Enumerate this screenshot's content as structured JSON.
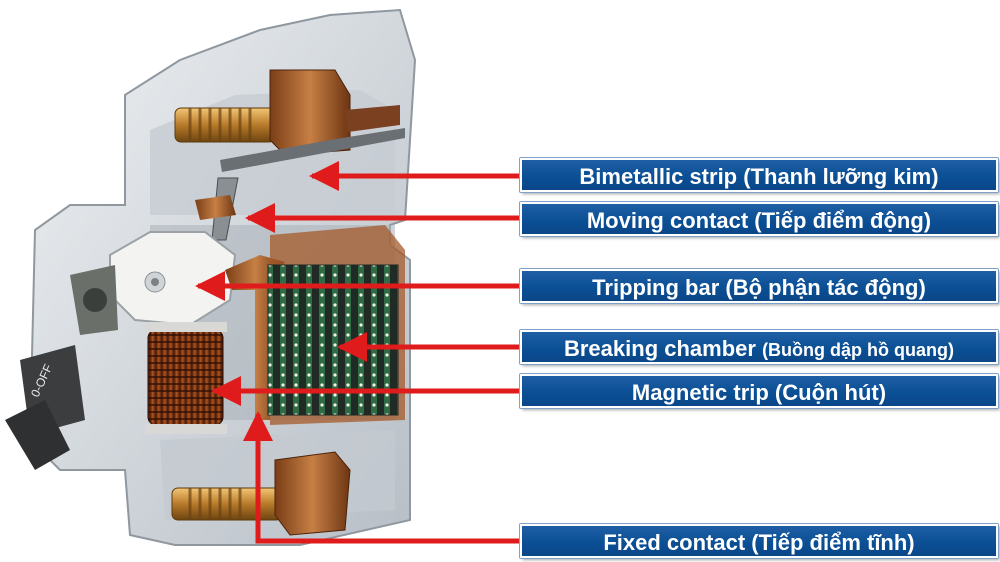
{
  "device": {
    "knob_text": "0-OFF",
    "accent_colors": {
      "arrow": "#e01b1b",
      "label_bg": "#0b4f95",
      "label_text": "#ffffff",
      "copper": "#b06a34",
      "housing": "#d9dde1"
    }
  },
  "labels": {
    "bimetallic": "Bimetallic strip (Thanh lưỡng kim)",
    "moving": "Moving contact (Tiếp điểm động)",
    "tripping": "Tripping bar (Bộ phận tác động)",
    "breaking_main": "Breaking chamber ",
    "breaking_sub": "(Buồng dập hồ quang)",
    "magnetic": "Magnetic trip (Cuộn hút)",
    "fixed": "Fixed contact (Tiếp điểm tĩnh)"
  }
}
